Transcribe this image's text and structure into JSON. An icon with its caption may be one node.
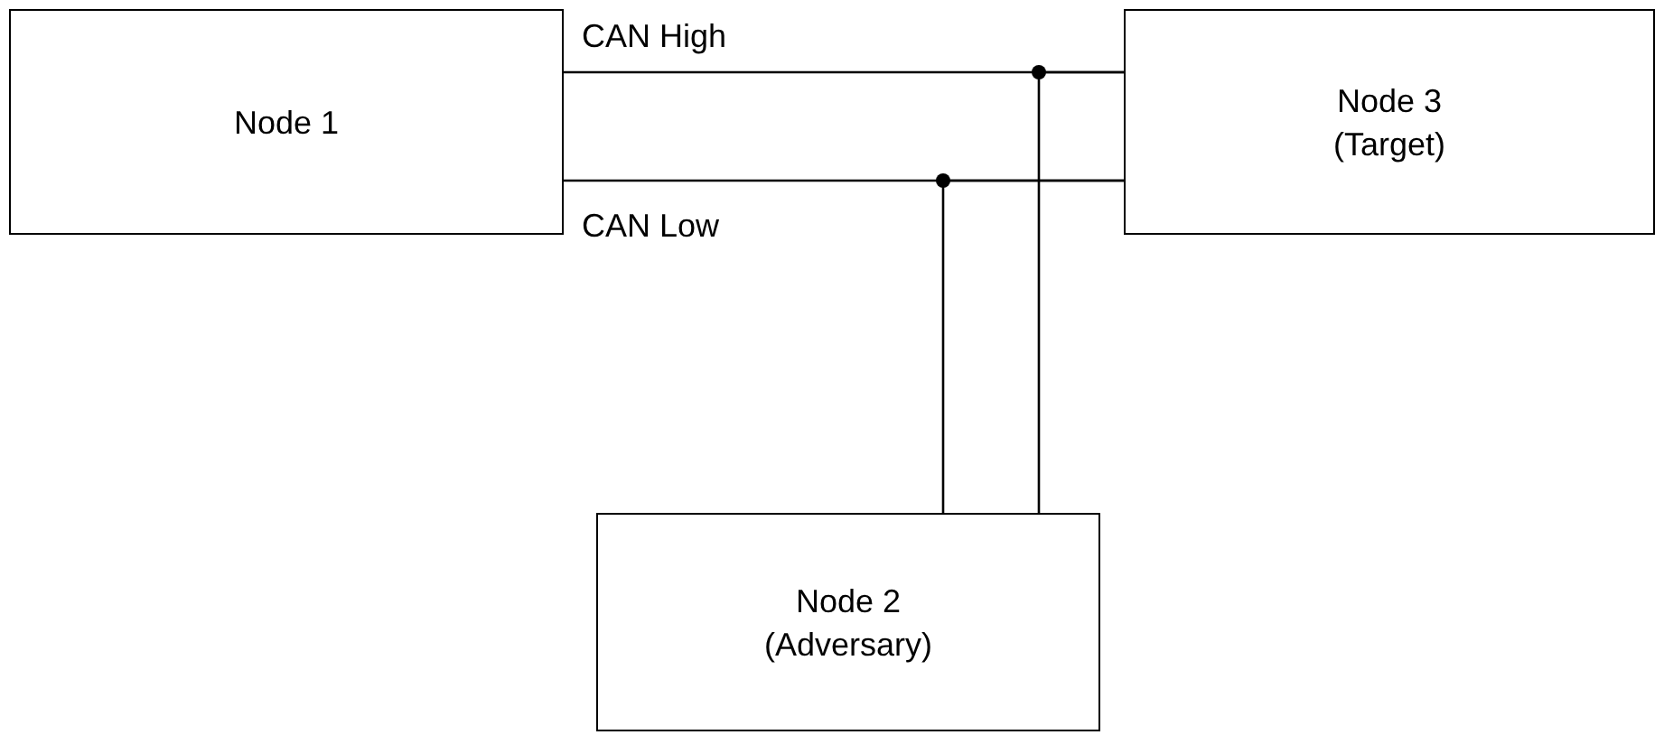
{
  "diagram": {
    "nodes": [
      {
        "text": [
          "Node 1"
        ]
      },
      {
        "text": [
          "Node 3",
          "(Target)"
        ]
      },
      {
        "text": [
          "Node 2",
          "(Adversary)"
        ]
      }
    ],
    "edges": [
      {
        "from": 0,
        "to": 1,
        "arrow": "none",
        "label": "CAN High"
      },
      {
        "from": 0,
        "to": 1,
        "arrow": "none",
        "label": "CAN Low"
      },
      {
        "from": 2,
        "to": 1,
        "arrow": "none"
      },
      {
        "from": 2,
        "to": 1,
        "arrow": "none"
      }
    ]
  }
}
